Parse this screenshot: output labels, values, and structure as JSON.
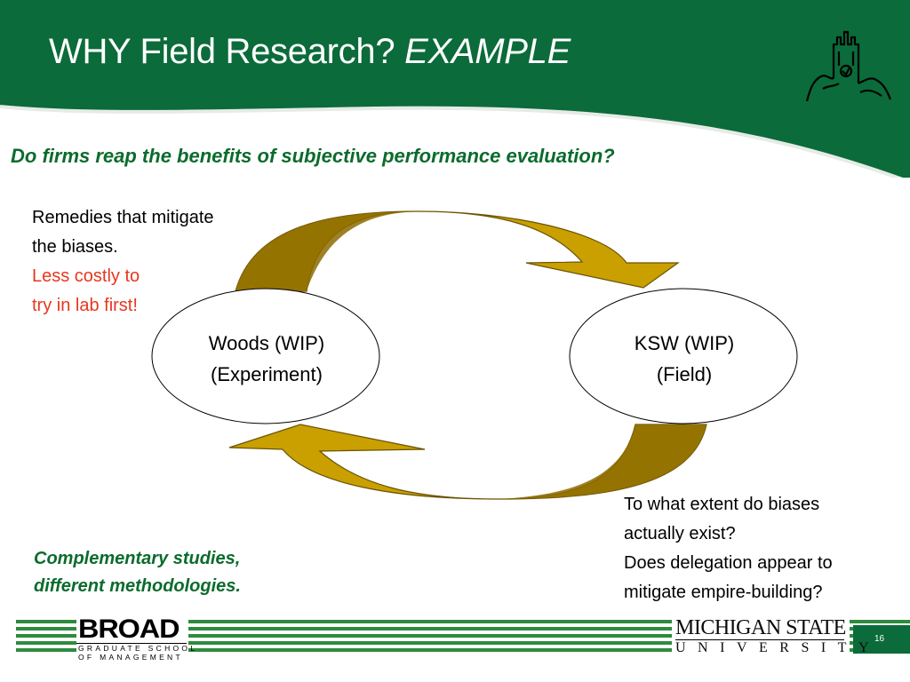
{
  "slide": {
    "title": "WHY Field Research?",
    "title_emphasis": "EXAMPLE",
    "subtitle": "Do firms reap the benefits of subjective performance evaluation?",
    "remedies": {
      "line1": "Remedies that mitigate",
      "line2": "the biases.",
      "red_line1": "Less costly to",
      "red_line2": "try in lab first!"
    },
    "nodes": {
      "left": {
        "line1": "Woods (WIP)",
        "line2": "(Experiment)"
      },
      "right": {
        "line1": "KSW (WIP)",
        "line2": "(Field)"
      }
    },
    "questions": {
      "line1": "To what extent do biases",
      "line2": "actually exist?",
      "line3": "Does delegation appear to",
      "line4": "mitigate empire-building?"
    },
    "complementary": {
      "line1": "Complementary studies,",
      "line2": "different methodologies."
    },
    "page_number": "16"
  },
  "footer": {
    "broad_word": "BROAD",
    "broad_line1": "GRADUATE SCHOOL",
    "broad_line2": "OF MANAGEMENT",
    "msu_top": "MICHIGAN STATE",
    "msu_bottom": "UNIVERSITY"
  },
  "colors": {
    "header_green": "#0b6b3a",
    "text_green": "#0b6b2c",
    "arrow_gold": "#c9a000",
    "arrow_dark": "#8c6b00",
    "red_text": "#e8361e"
  },
  "icons": {
    "logo": "beaumont-tower-icon",
    "arrows": "cycle-arrow-icon"
  }
}
